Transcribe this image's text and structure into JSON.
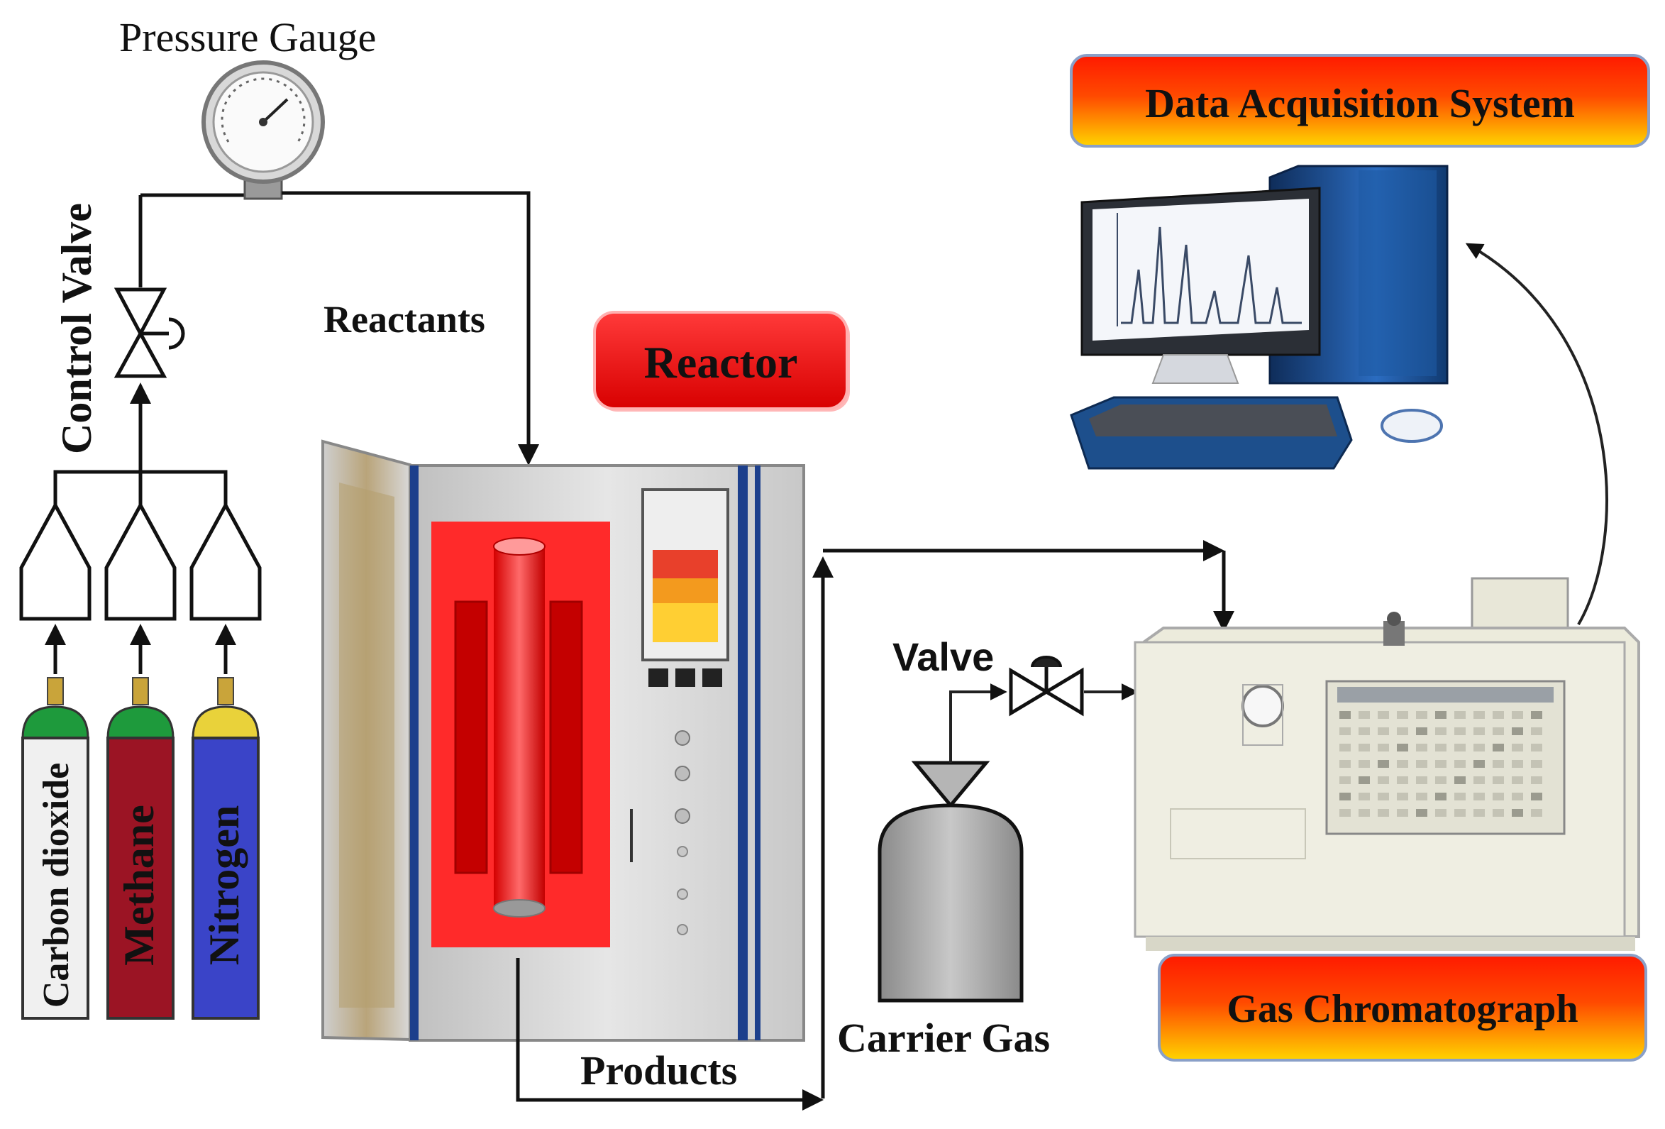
{
  "labels": {
    "pressure_gauge": "Pressure Gauge",
    "control_valve": "Control Valve",
    "reactants": "Reactants",
    "reactor": "Reactor",
    "data_acquisition": "Data Acquisition System",
    "valve": "Valve",
    "carrier_gas": "Carrier Gas",
    "products": "Products",
    "gas_chromatograph": "Gas Chromatograph"
  },
  "cylinders": [
    {
      "name": "Carbon dioxide",
      "body_color": "#f0f0f0",
      "cap_color": "#1e9a3c",
      "text_color": "#111111"
    },
    {
      "name": "Methane",
      "body_color": "#9b1424",
      "cap_color": "#1e9a3c",
      "text_color": "#ffffff"
    },
    {
      "name": "Nitrogen",
      "body_color": "#3a44c8",
      "cap_color": "#e9d23a",
      "text_color": "#111111"
    }
  ],
  "colors": {
    "banner_top": "#e00000",
    "banner_mid": "#ff3b00",
    "banner_bottom": "#ffd000",
    "reactor_chamber": "#ff2a2a",
    "cabinet": "#d9d9d9",
    "gc_body": "#ecebdc",
    "monitor_blue": "#1f5fa8"
  }
}
